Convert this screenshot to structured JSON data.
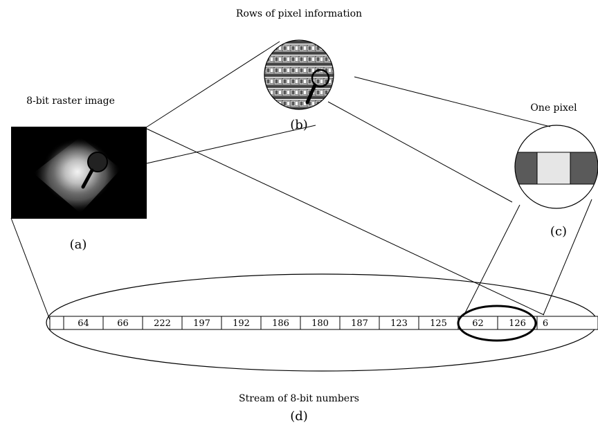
{
  "labels": {
    "rows_title": "Rows of pixel information",
    "raster_title": "8-bit raster image",
    "one_pixel": "One pixel",
    "a": "(a)",
    "b": "(b)",
    "c": "(c)",
    "d": "(d)",
    "stream_title": "Stream of 8-bit numbers"
  },
  "stream_values": [
    "64",
    "66",
    "222",
    "197",
    "192",
    "186",
    "180",
    "187",
    "123",
    "125",
    "62",
    "126",
    "6"
  ],
  "colors": {
    "line": "#000000",
    "pixel_dark": "#5a5a5a",
    "pixel_light": "#e6e6e6",
    "raster_bg": "#000000"
  }
}
